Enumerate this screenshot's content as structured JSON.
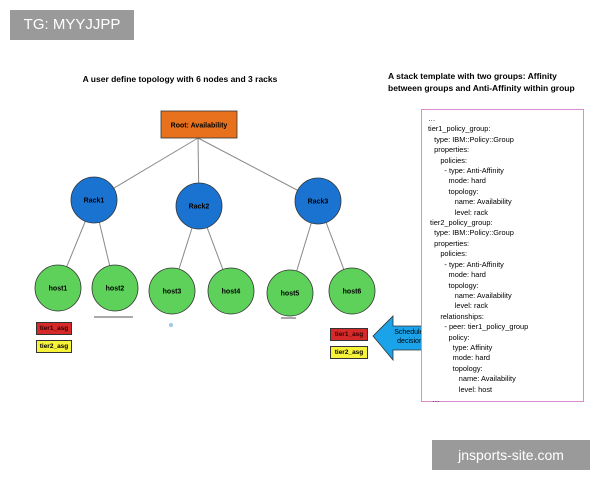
{
  "tag": "TG: MYYJJPP",
  "watermark": "jnsports-site.com",
  "left_title": "A user define topology with 6 nodes and 3 racks",
  "right_title": "A stack template with two groups: Affinity between groups and Anti-Affinity within group",
  "root": "Root: Availability",
  "racks": [
    "Rack1",
    "Rack2",
    "Rack3"
  ],
  "hosts": [
    "host1",
    "host2",
    "host3",
    "host4",
    "host5",
    "host6"
  ],
  "asg_left": {
    "tier1": "tier1_asg",
    "tier2": "tier2_asg"
  },
  "asg_right": {
    "tier1": "tier1_asg",
    "tier2": "tier2_asg"
  },
  "scheduler": "Scheduler decision",
  "template_lines": [
    "…",
    "tier1_policy_group:",
    "   type: IBM::Policy::Group",
    "   properties:",
    "      policies:",
    "        - type: Anti-Affinity",
    "          mode: hard",
    "          topology:",
    "             name: Availability",
    "             level: rack",
    " tier2_policy_group:",
    "   type: IBM::Policy::Group",
    "   properties:",
    "      policies:",
    "        - type: Anti-Affinity",
    "          mode: hard",
    "          topology:",
    "             name: Availability",
    "             level: rack",
    "      relationships:",
    "        - peer: tier1_policy_group",
    "          policy:",
    "            type: Affinity",
    "            mode: hard",
    "            topology:",
    "               name: Availability",
    "               level: host",
    "  …"
  ],
  "colors": {
    "root_fill": "#e8711d",
    "rack_fill": "#1a73d1",
    "host_fill": "#5ed15a",
    "arrow_fill": "#1aa3e8",
    "tier1": "#d62a2a",
    "tier2": "#f7f23a"
  }
}
